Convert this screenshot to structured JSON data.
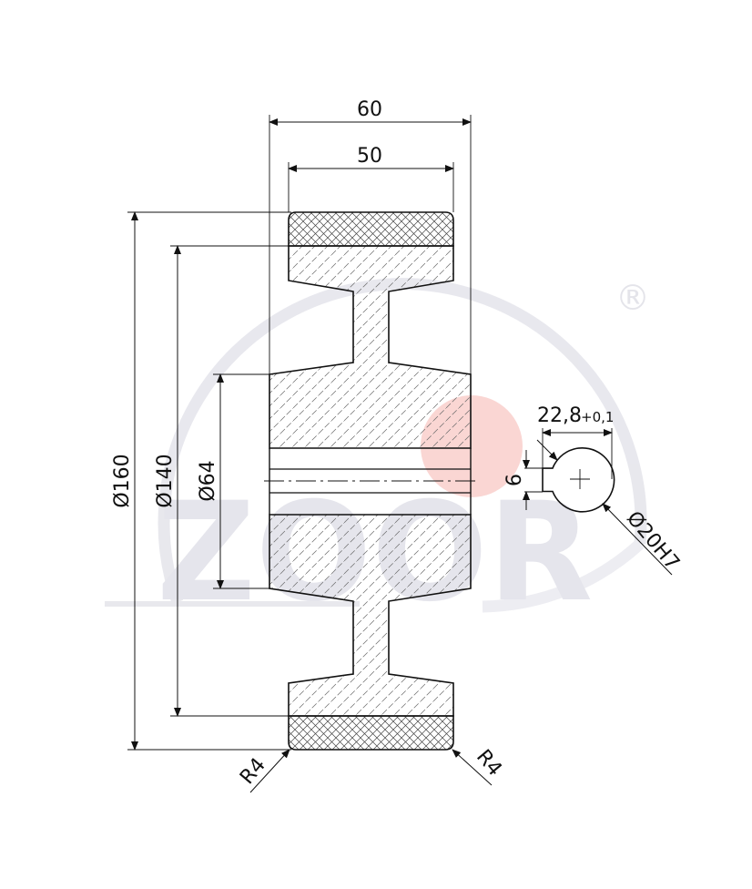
{
  "dimensions": {
    "width_overall": "60",
    "width_tread": "50",
    "dia_outer": "Ø160",
    "dia_rim": "Ø140",
    "dia_hub": "Ø64",
    "keyway_width": "22,8",
    "keyway_tolerance": "+0,1",
    "key_depth": "6",
    "bore": "Ø20H7",
    "radius_left": "R4",
    "radius_right": "R4"
  },
  "watermark": {
    "registered_mark": "®",
    "accent_color": "#e8483c"
  }
}
